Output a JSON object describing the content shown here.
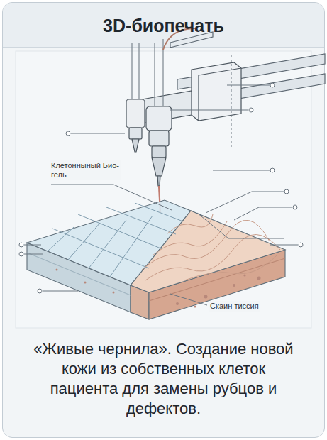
{
  "diagram": {
    "title": "3D-биопечать",
    "caption": "«Живые чернила». Создание новой кожи из собственных клеток пациента для замены рубцов и дефектов.",
    "labels": [
      "Клетонныный Био-гель",
      "Скаин тиссия"
    ]
  }
}
